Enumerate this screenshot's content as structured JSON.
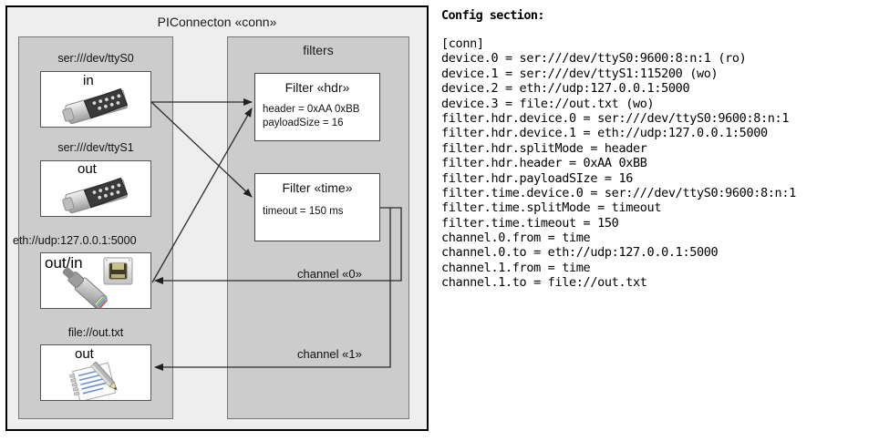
{
  "diagram": {
    "title": "PIConnecton «conn»",
    "packages": {
      "devices": {
        "title": ""
      },
      "filters": {
        "title": "filters"
      }
    },
    "devices": [
      {
        "label": "ser:///dev/ttyS0",
        "direction": "in",
        "icon": "serial-port-icon"
      },
      {
        "label": "ser:///dev/ttyS1",
        "direction": "out",
        "icon": "serial-port-icon"
      },
      {
        "label": "eth://udp:127.0.0.1:5000",
        "direction": "out/in",
        "icon": "ethernet-jack-icon"
      },
      {
        "label": "file://out.txt",
        "direction": "out",
        "icon": "text-file-icon"
      }
    ],
    "filters": [
      {
        "title": "Filter «hdr»",
        "props": [
          "header = 0xAA 0xBB",
          "payloadSize = 16"
        ]
      },
      {
        "title": "Filter «time»",
        "props": [
          "timeout = 150 ms"
        ]
      }
    ],
    "channels": [
      {
        "label": "channel «0»"
      },
      {
        "label": "channel «1»"
      }
    ]
  },
  "config": {
    "heading": "Config section:",
    "lines": [
      "[conn]",
      "device.0 = ser:///dev/ttyS0:9600:8:n:1 (ro)",
      "device.1 = ser:///dev/ttyS1:115200 (wo)",
      "device.2 = eth://udp:127.0.0.1:5000",
      "device.3 = file://out.txt (wo)",
      "filter.hdr.device.0 = ser:///dev/ttyS0:9600:8:n:1",
      "filter.hdr.device.1 = eth://udp:127.0.0.1:5000",
      "filter.hdr.splitMode = header",
      "filter.hdr.header = 0xAA 0xBB",
      "filter.hdr.payloadSIze = 16",
      "filter.time.device.0 = ser:///dev/ttyS0:9600:8:n:1",
      "filter.time.splitMode = timeout",
      "filter.time.timeout = 150",
      "channel.0.from = time",
      "channel.0.to = eth://udp:127.0.0.1:5000",
      "channel.1.from = time",
      "channel.1.to = file://out.txt"
    ]
  },
  "colors": {
    "frame_border": "#000000",
    "frame_fill": "#eeeeee",
    "package_fill": "#cccccc",
    "card_fill": "#ffffff",
    "wire": "#333333"
  }
}
